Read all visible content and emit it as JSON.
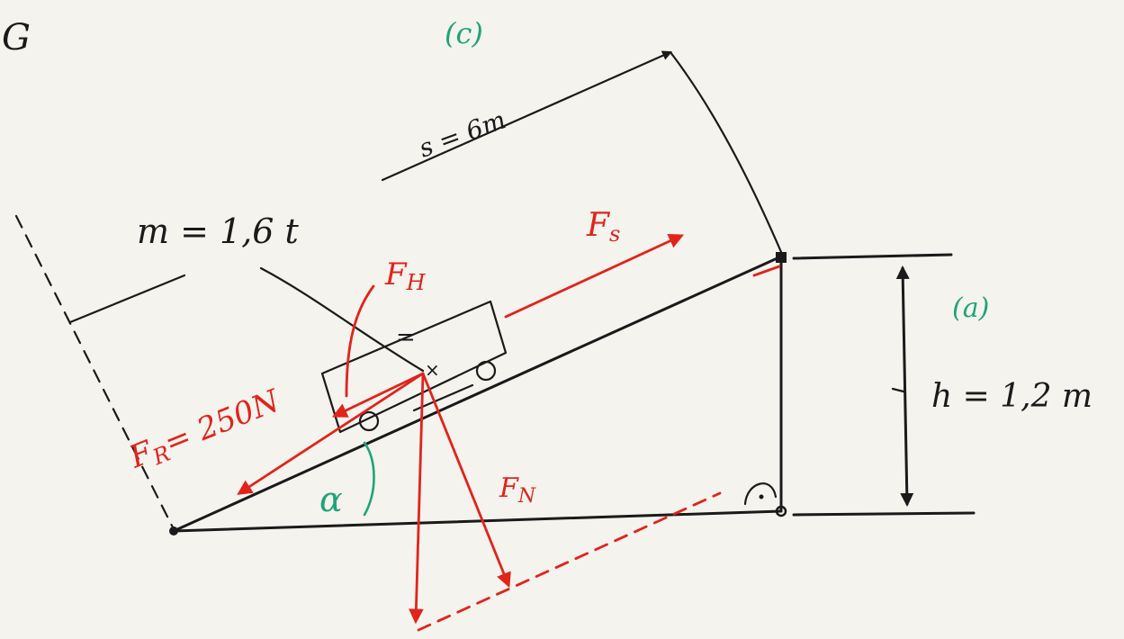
{
  "corner_fragment": "G",
  "labels": {
    "mass": "m = 1,6 t",
    "distance": "s = 6m",
    "height": "h = 1,2 m",
    "force_slope": "F",
    "force_slope_sub": "H",
    "force_normal": "F",
    "force_normal_sub": "N",
    "force_pull": "F",
    "force_pull_sub": "s",
    "force_friction": "F",
    "force_friction_sub": "R",
    "force_friction_value": "= 250N",
    "angle": "α",
    "parallel_mark": "="
  },
  "markers": {
    "a": "(a)",
    "c": "(c)"
  },
  "colors": {
    "ink": "#1a1a1a",
    "force": "#e2231a",
    "marker": "#1fa37a",
    "paper": "#f4f3ee"
  }
}
